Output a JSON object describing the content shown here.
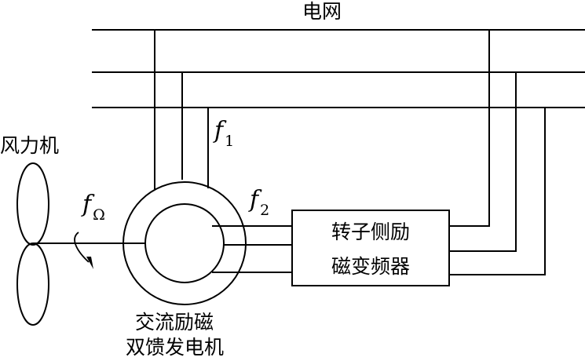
{
  "grid": {
    "label": "电网"
  },
  "turbine": {
    "label": "风力机",
    "freq_symbol": "f",
    "freq_sub": "Ω"
  },
  "generator": {
    "line1": "交流励磁",
    "line2": "双馈发电机"
  },
  "converter": {
    "line1": "转子侧励",
    "line2": "磁变频器"
  },
  "frequencies": {
    "stator": {
      "symbol": "f",
      "sub": "1"
    },
    "rotor": {
      "symbol": "f",
      "sub": "2"
    }
  },
  "colors": {
    "line": "#000000",
    "background": "#ffffff"
  }
}
